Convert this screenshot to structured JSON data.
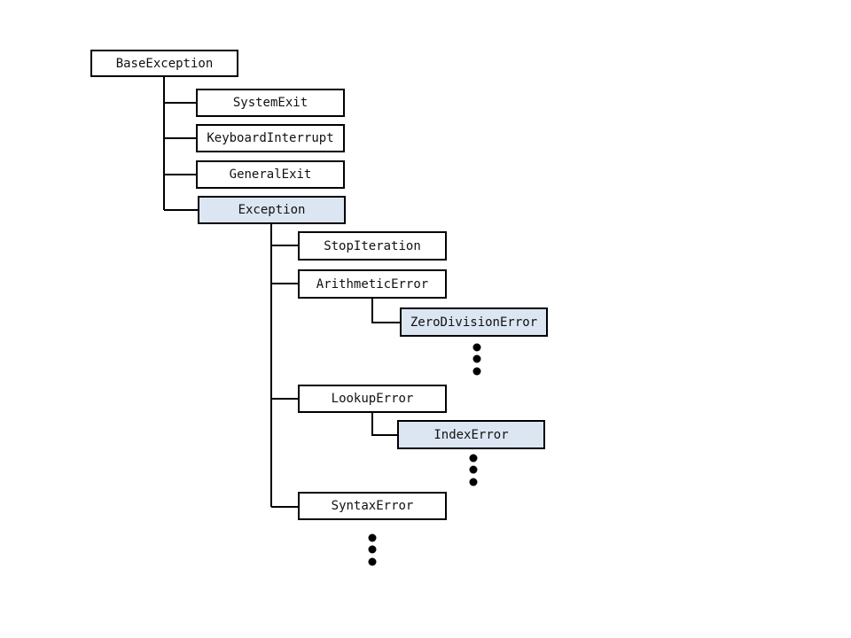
{
  "colors": {
    "box_border": "#000000",
    "box_fill": "#ffffff",
    "highlight_fill": "#dce6f2",
    "line": "#000000"
  },
  "nodes": {
    "base_exception": {
      "label": "BaseException",
      "highlighted": false
    },
    "system_exit": {
      "label": "SystemExit",
      "highlighted": false
    },
    "keyboard_interrupt": {
      "label": "KeyboardInterrupt",
      "highlighted": false
    },
    "general_exit": {
      "label": "GeneralExit",
      "highlighted": false
    },
    "exception": {
      "label": "Exception",
      "highlighted": true
    },
    "stop_iteration": {
      "label": "StopIteration",
      "highlighted": false
    },
    "arithmetic_error": {
      "label": "ArithmeticError",
      "highlighted": false
    },
    "zero_division_error": {
      "label": "ZeroDivisionError",
      "highlighted": true
    },
    "lookup_error": {
      "label": "LookupError",
      "highlighted": false
    },
    "index_error": {
      "label": "IndexError",
      "highlighted": true
    },
    "syntax_error": {
      "label": "SyntaxError",
      "highlighted": false
    }
  },
  "edges": [
    [
      "base_exception",
      "system_exit"
    ],
    [
      "base_exception",
      "keyboard_interrupt"
    ],
    [
      "base_exception",
      "general_exit"
    ],
    [
      "base_exception",
      "exception"
    ],
    [
      "exception",
      "stop_iteration"
    ],
    [
      "exception",
      "arithmetic_error"
    ],
    [
      "exception",
      "lookup_error"
    ],
    [
      "exception",
      "syntax_error"
    ],
    [
      "arithmetic_error",
      "zero_division_error"
    ],
    [
      "lookup_error",
      "index_error"
    ]
  ],
  "ellipses": [
    {
      "after": "zero_division_error",
      "meaning": "more ArithmeticError subclasses"
    },
    {
      "after": "index_error",
      "meaning": "more LookupError subclasses"
    },
    {
      "after": "syntax_error",
      "meaning": "more Exception subclasses"
    }
  ]
}
